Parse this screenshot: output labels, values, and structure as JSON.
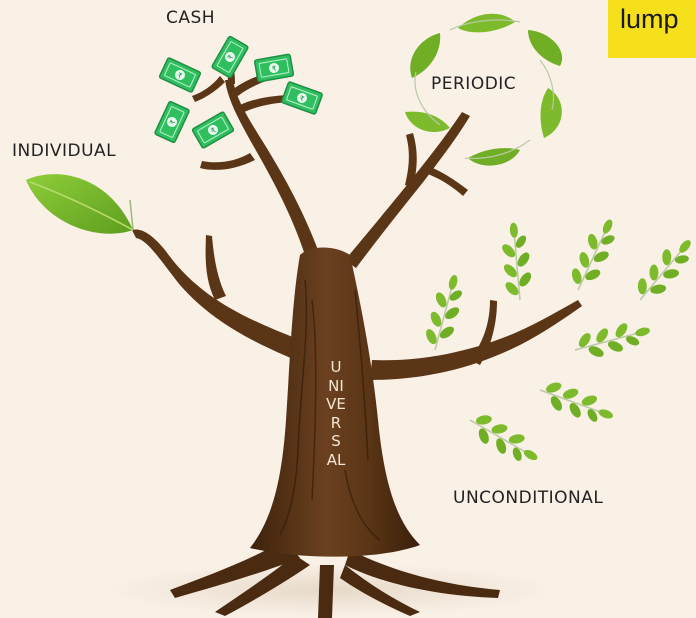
{
  "labels": {
    "cash": "CASH",
    "individual": "INDIVIDUAL",
    "periodic": "PERIODIC",
    "unconditional": "UNCONDITIONAL",
    "universal": "UNIVERSAL"
  },
  "badge": {
    "text": "lump"
  },
  "icons": {
    "tree": "tree-trunk-icon",
    "cash": "banknote-icon",
    "individual": "single-leaf-icon",
    "periodic": "leaf-cycle-icon",
    "unconditional": "scattered-sprig-icon"
  },
  "colors": {
    "background": "#f9f0e6",
    "bark": "#5a3516",
    "leaf": "#7dbb2c",
    "banknote": "#2fbf5f",
    "badge": "#f6df1b"
  }
}
